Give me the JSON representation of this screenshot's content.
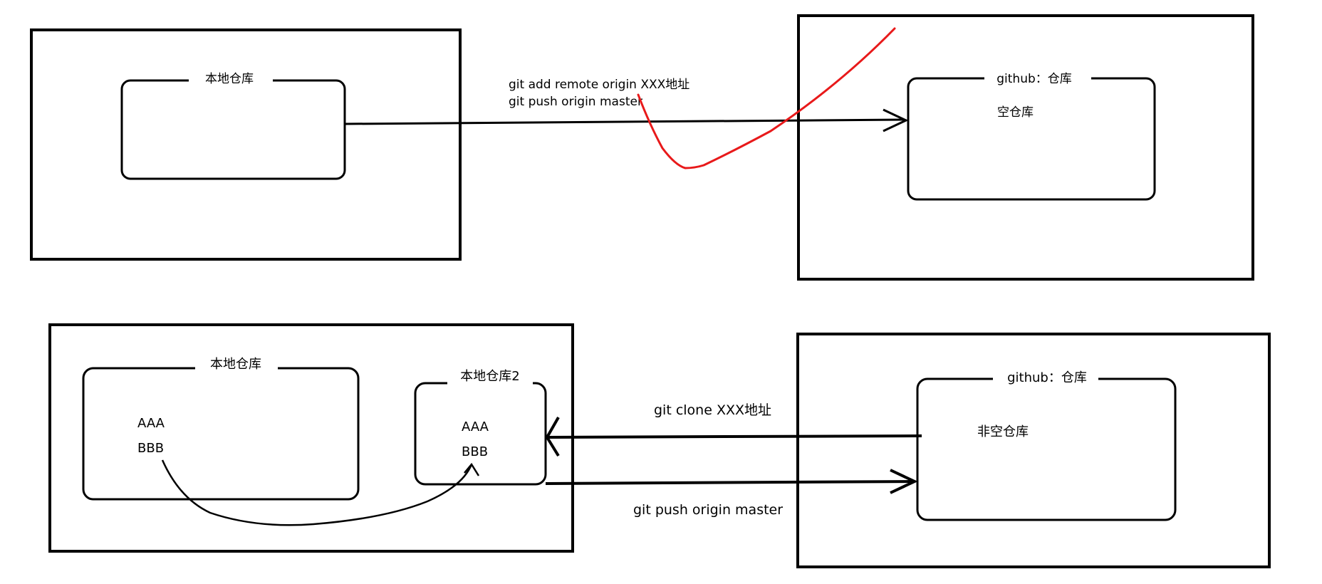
{
  "colors": {
    "ink": "#000000",
    "annotation": "#e8191a",
    "background": "#ffffff"
  },
  "top": {
    "local_repo_label": "本地仓库",
    "github_repo_label": "github：仓库",
    "github_repo_state": "空仓库",
    "command_line_1": "git add remote origin  XXX地址",
    "command_line_2": "git push origin master"
  },
  "bottom": {
    "local_repo_label": "本地仓库",
    "local_repo_items": [
      "AAA",
      "BBB"
    ],
    "local_repo2_label": "本地仓库2",
    "local_repo2_items": [
      "AAA",
      "BBB"
    ],
    "github_repo_label": "github：仓库",
    "github_repo_state": "非空仓库",
    "clone_command": "git clone XXX地址",
    "push_command": "git push origin master"
  }
}
